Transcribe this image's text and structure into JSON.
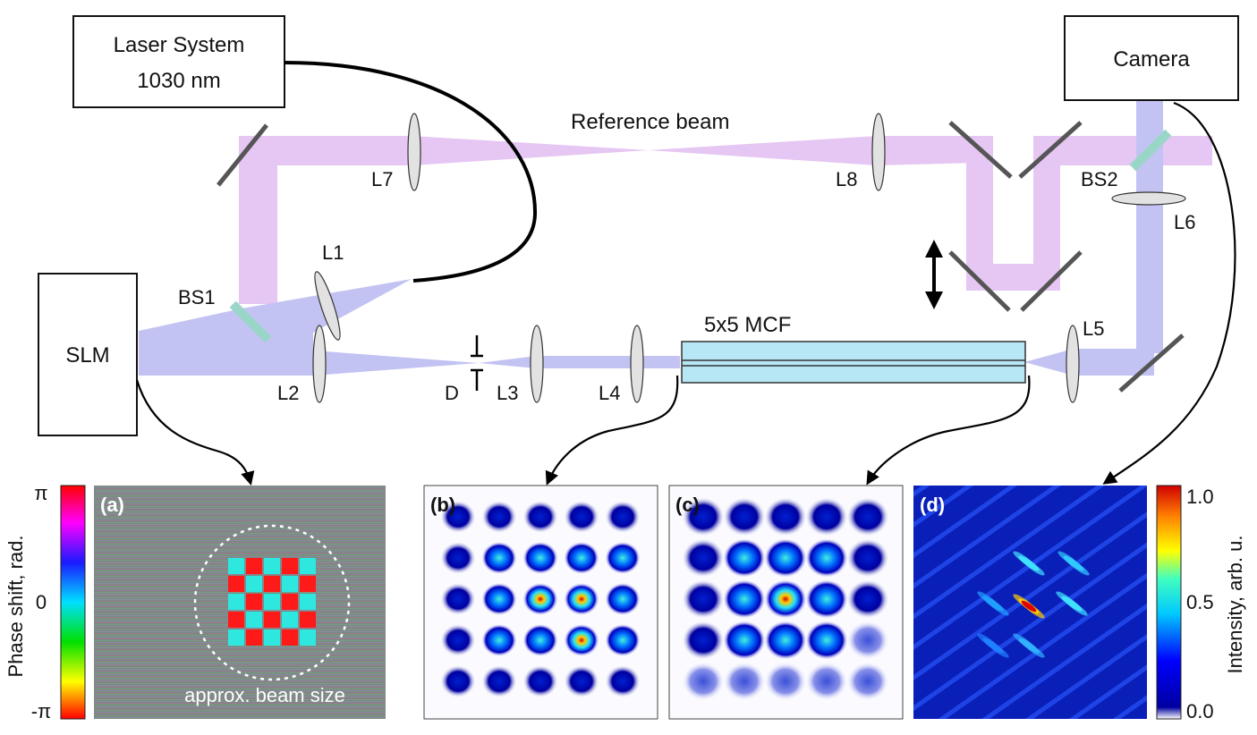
{
  "boxes": {
    "laser_line1": "Laser System",
    "laser_line2": "1030 nm",
    "camera": "Camera",
    "slm": "SLM"
  },
  "labels": {
    "reference_beam": "Reference beam",
    "mcf": "5x5 MCF",
    "L1": "L1",
    "L2": "L2",
    "L3": "L3",
    "L4": "L4",
    "L5": "L5",
    "L6": "L6",
    "L7": "L7",
    "L8": "L8",
    "BS1": "BS1",
    "BS2": "BS2",
    "D": "D"
  },
  "panels": {
    "a": {
      "tag": "(a)",
      "caption": "approx. beam size"
    },
    "b": {
      "tag": "(b)"
    },
    "c": {
      "tag": "(c)"
    },
    "d": {
      "tag": "(d)"
    }
  },
  "phase_colorbar": {
    "axis_label": "Phase shift, rad.",
    "ticks": [
      "π",
      "0",
      "-π"
    ]
  },
  "intensity_colorbar": {
    "axis_label": "Intensity, arb. u.",
    "ticks": [
      "1.0",
      "0.5",
      "0.0"
    ]
  },
  "colors": {
    "reference_beam": "#e6c6f2",
    "signal_beam": "#c3c3f3",
    "fiber": "#b7e6f5",
    "beamsplitter": "#9ad6c8",
    "mirror": "#555555",
    "checker_a": "#ff1a1a",
    "checker_b": "#2ee8e0"
  }
}
